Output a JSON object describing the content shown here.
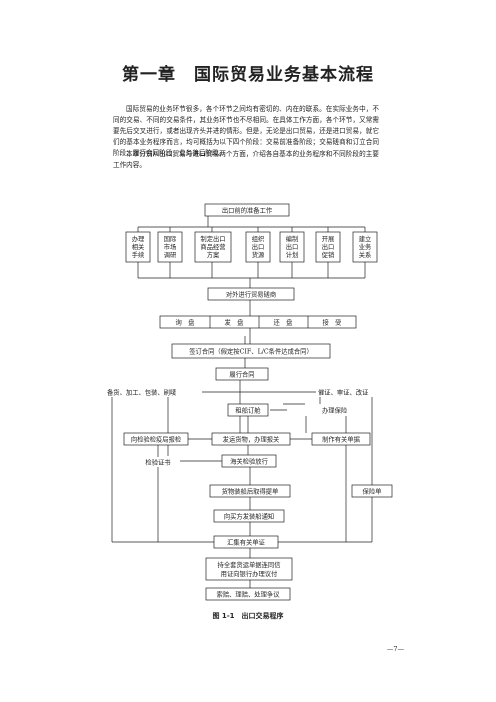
{
  "title": "第一章　国际贸易业务基本流程",
  "paragraphs": [
    "国际贸易的业务环节很多，各个环节之间均有密切的、内在的联系。在实际业务中，不同的交易、不同的交易条件，其业务环节也不尽相同。在具体工作方面，各个环节，又常需要先后交叉进行，或者出现齐头并进的情形。但是，无论是出口贸易，还是进口贸易，就它们的基本业务程序而言，均可概括为以下四个阶段：交易前准备阶段；交易磋商和订立合同阶段；履行合同阶段；业务善后阶段。",
    "本章分别从出口贸易与进口贸易两个方面，介绍各自基本的业务程序和不同阶段的主要工作内容。"
  ],
  "flowchart": {
    "prep": "出口前的准备工作",
    "prep_steps": [
      [
        "办理",
        "相关",
        "手续"
      ],
      [
        "国际",
        "市场",
        "调研"
      ],
      [
        "制定出口",
        "商品经营",
        "方案"
      ],
      [
        "组织",
        "出口",
        "货源"
      ],
      [
        "编制",
        "出口",
        "计划"
      ],
      [
        "开展",
        "出口",
        "促销"
      ],
      [
        "建立",
        "业务",
        "关系"
      ]
    ],
    "negotiate": "对外进行贸易磋商",
    "negotiation_steps": [
      "询　盘",
      "发　盘",
      "还　盘",
      "接　受"
    ],
    "contract": "签订合同（假定按CIF、L/C条件达成合同）",
    "perform": "履行合同",
    "goods": "备货、加工、包装、刷唛",
    "lc": "催证、审证、改证",
    "booking": "租船订舱",
    "insurance": "办理保险",
    "inspection_apply": "向检验检疫局报检",
    "shipping": "发运货物，办理报关",
    "make_docs": "制作有关单据",
    "certificate": "检验证书",
    "customs_release": "海关检验放行",
    "bill_of_lading": "货物装船后取得提单",
    "policy": "保险单",
    "notify": "向买方发装船通知",
    "collect_docs": "汇集有关单证",
    "present": [
      "持全套货运单据连同信",
      "用证向银行办理议付"
    ],
    "settle": "索赔、理赔、处理争议"
  },
  "caption": "图 1-1　出口交易程序",
  "page_number": "—7—"
}
